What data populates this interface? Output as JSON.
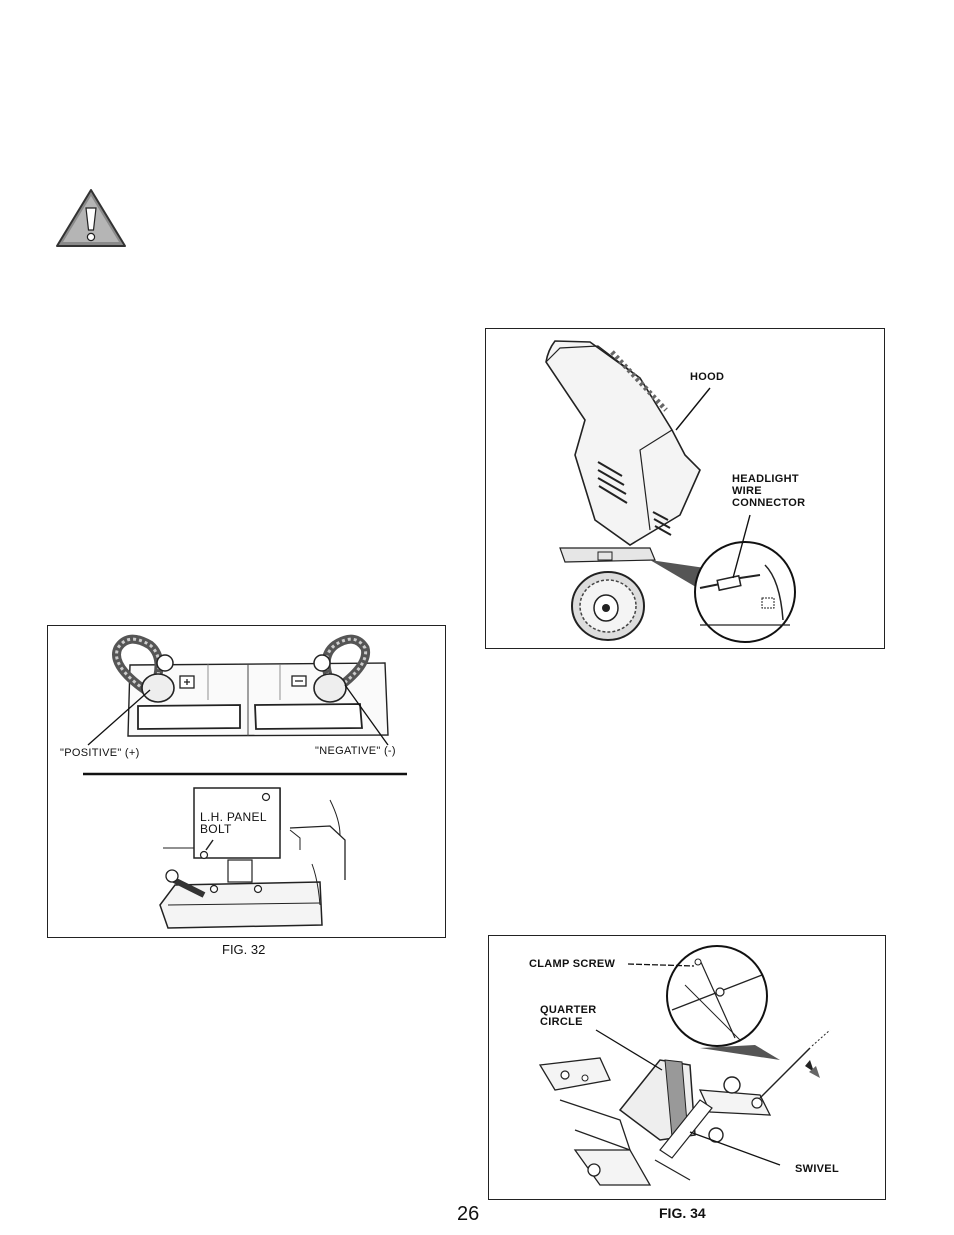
{
  "page": {
    "page_number": "26"
  },
  "warning": {
    "icon": "warning-triangle-icon"
  },
  "figures": {
    "fig32": {
      "caption": "FIG. 32",
      "labels": {
        "positive": "\"POSITIVE\" (+)",
        "negative": "\"NEGATIVE\" (-)",
        "panel_bolt": "L.H. PANEL\nBOLT"
      }
    },
    "fig33": {
      "labels": {
        "hood": "HOOD",
        "headlight": "HEADLIGHT\nWIRE\nCONNECTOR"
      }
    },
    "fig34": {
      "caption": "FIG. 34",
      "labels": {
        "clamp_screw": "CLAMP SCREW",
        "quarter_circle": "QUARTER\nCIRCLE",
        "swivel": "SWIVEL"
      }
    }
  }
}
